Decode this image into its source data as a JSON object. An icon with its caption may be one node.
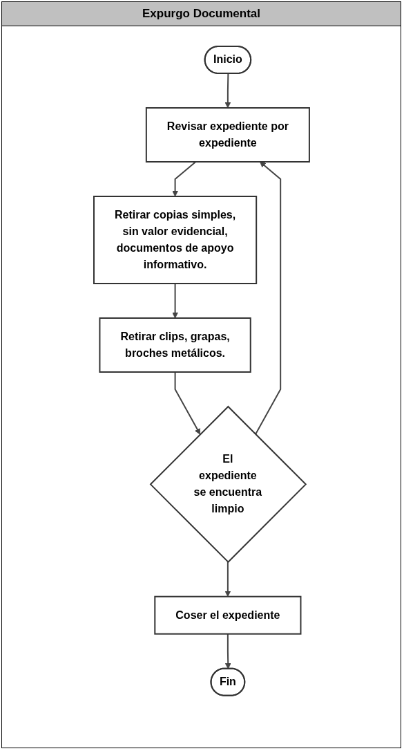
{
  "diagram": {
    "title": "Expurgo Documental",
    "nodes": [
      {
        "text": [
          "Inicio"
        ]
      },
      {
        "text": [
          "Revisar expediente por expediente"
        ]
      },
      {
        "text": [
          "Retirar copias simples, sin valor evidencial, documentos de apoyo informativo."
        ]
      },
      {
        "text": [
          "Retirar clips, grapas, broches metálicos."
        ]
      },
      {
        "text": [
          "El expediente se encuentra limpio"
        ]
      },
      {
        "text": [
          "Coser el expediente"
        ]
      },
      {
        "text": [
          "Fin"
        ]
      }
    ],
    "edges": [
      {
        "from": 0,
        "to": 1,
        "arrow": "to"
      },
      {
        "from": 1,
        "to": 2,
        "arrow": "to"
      },
      {
        "from": 2,
        "to": 3,
        "arrow": "to"
      },
      {
        "from": 3,
        "to": 4,
        "arrow": "to"
      },
      {
        "from": 4,
        "to": 1,
        "arrow": "to"
      },
      {
        "from": 4,
        "to": 5,
        "arrow": "to"
      },
      {
        "from": 5,
        "to": 6,
        "arrow": "to"
      }
    ]
  }
}
